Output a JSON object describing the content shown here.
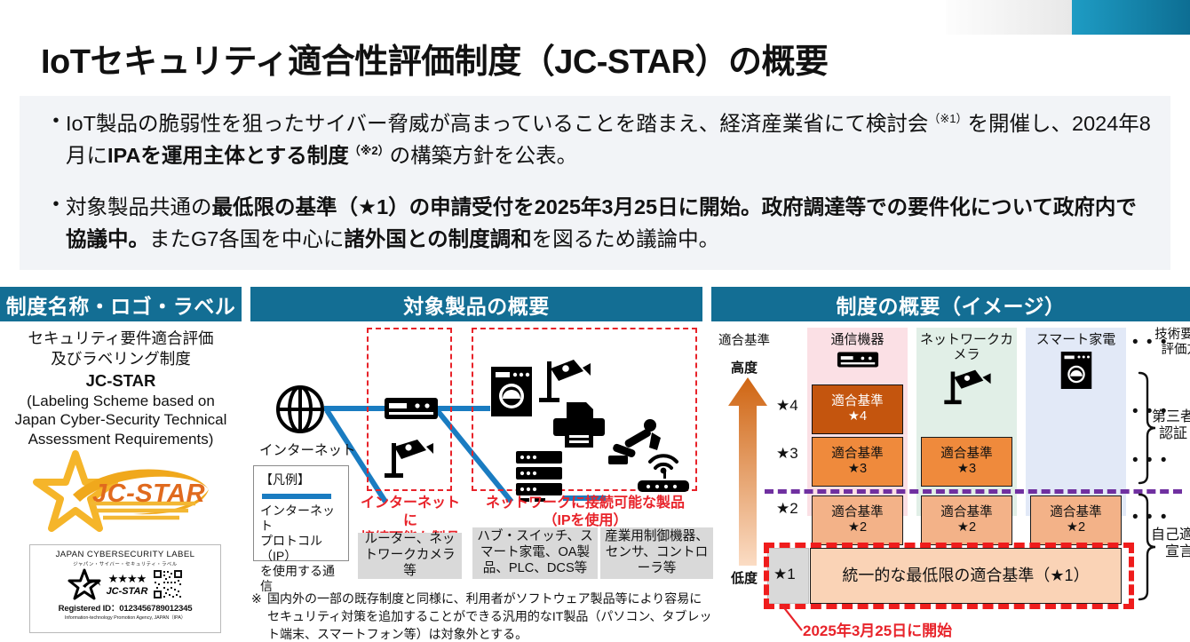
{
  "page_title": "IoTセキュリティ適合性評価制度（JC-STAR）の概要",
  "accent_colors": {
    "header_blue": "#136e94",
    "top_bar_blue_from": "#1e9cc4",
    "top_bar_blue_to": "#0d6e93",
    "red": "#e8232a",
    "purple": "#7030a0",
    "link_blue": "#1a7cc1",
    "summary_bg": "#f2f4f7"
  },
  "summary": {
    "bullets": [
      {
        "segments": [
          {
            "text": "IoT製品の脆弱性を狙ったサイバー脅威が高まっていることを踏まえ、経済産業省にて検討会",
            "bold": false
          },
          {
            "text": "（※1）",
            "bold": false,
            "sup": true
          },
          {
            "text": "を開催し、2024年8月に",
            "bold": false
          },
          {
            "text": "IPAを運用主体とする制度",
            "bold": true
          },
          {
            "text": "（※2）",
            "bold": true,
            "sup": true
          },
          {
            "text": "の構築方針を公表。",
            "bold": false
          }
        ]
      },
      {
        "segments": [
          {
            "text": "対象製品共通の",
            "bold": false
          },
          {
            "text": "最低限の基準（★1）の申請受付を2025年3月25日に開始。政府調達等での要件化について政府内で協議中。",
            "bold": true
          },
          {
            "text": "またG7各国を中心に",
            "bold": false
          },
          {
            "text": "諸外国との制度調和",
            "bold": true
          },
          {
            "text": "を図るため議論中。",
            "bold": false
          }
        ]
      }
    ]
  },
  "sections": {
    "left_header": "制度名称・ロゴ・ラベル",
    "mid_header": "対象製品の概要",
    "right_header": "制度の概要（イメージ）"
  },
  "left_panel": {
    "scheme_name_line1": "セキュリティ要件適合評価",
    "scheme_name_line2": "及びラベリング制度",
    "brand": "JC-STAR",
    "english_line1": "(Labeling Scheme based on",
    "english_line2": "Japan Cyber-Security Technical",
    "english_line3": "Assessment Requirements)",
    "logo_text": "JC-STAR",
    "logo_icon": "star-logo-icon",
    "label_card": {
      "title": "JAPAN CYBERSECURITY LABEL",
      "kana": "ジャパン・サイバー・セキュリティ・ラベル",
      "stars": "★★★★",
      "logo_text": "JC-STAR",
      "qr_icon": "qr-code-icon",
      "registered_id": "Registered ID：0123456789012345",
      "footer": "Information-technology Promotion Agency, JAPAN（IPA）"
    }
  },
  "mid_panel": {
    "internet_label": "インターネット",
    "internet_icon": "globe-icon",
    "group_a": {
      "caption_line1": "インターネットに",
      "caption_line2": "接続可能な製品",
      "icons": [
        "router-icon",
        "security-camera-icon"
      ]
    },
    "group_b": {
      "caption_line1": "ネットワークに接続可能な製品",
      "caption_line2": "（IPを使用）",
      "icons": [
        "washing-machine-icon",
        "security-camera-icon",
        "printer-icon",
        "server-icon",
        "robot-arm-icon",
        "wireless-router-icon"
      ]
    },
    "legend": {
      "title": "【凡例】",
      "swatch_color": "#1a7cc1",
      "desc_line1": "インターネット",
      "desc_line2": "プロトコル（IP）",
      "desc_line3": "を使用する通信"
    },
    "categories": [
      {
        "text": "ルーター、ネットワークカメラ等"
      },
      {
        "text": "ハブ・スイッチ、スマート家電、OA製品、PLC、DCS等"
      },
      {
        "text": "産業用制御機器、センサ、コントローラ等"
      }
    ],
    "footnote_mark": "※",
    "footnote": "国内外の一部の既存制度と同様に、利用者がソフトウェア製品等により容易にセキュリティ対策を追加することができる汎用的なIT製品（パソコン、タブレット端末、スマートフォン等）は対象外とする。"
  },
  "right_panel": {
    "axis_title": "適合基準",
    "axis_high": "高度",
    "axis_low": "低度",
    "tech_label_line1": "技術要件の",
    "tech_label_line2": "評価方式",
    "third_party_line1": "第三者",
    "third_party_line2": "認証",
    "self_declare_line1": "自己適合",
    "self_declare_line2": "宣言",
    "start_note": "2025年3月25日に開始",
    "ellipsis": "• • •",
    "star_ticks": [
      "★4",
      "★3",
      "★2",
      "★1"
    ],
    "level1_label": "統一的な最低限の適合基準（★1）",
    "columns": [
      {
        "name": "通信機器",
        "icon": "router-icon",
        "bg": "#fbe0e5",
        "cells": [
          {
            "level": 4,
            "line1": "適合基準",
            "line2": "★4"
          },
          {
            "level": 3,
            "line1": "適合基準",
            "line2": "★3"
          },
          {
            "level": 2,
            "line1": "適合基準",
            "line2": "★2"
          }
        ]
      },
      {
        "name": "ネットワークカメラ",
        "icon": "security-camera-icon",
        "bg": "#e1efe7",
        "cells": [
          {
            "level": 3,
            "line1": "適合基準",
            "line2": "★3"
          },
          {
            "level": 2,
            "line1": "適合基準",
            "line2": "★2"
          }
        ]
      },
      {
        "name": "スマート家電",
        "icon": "washing-machine-icon",
        "bg": "#e2e9f7",
        "cells": [
          {
            "level": 2,
            "line1": "適合基準",
            "line2": "★2"
          }
        ]
      }
    ]
  },
  "chart_data": {
    "type": "table",
    "title": "制度の概要（イメージ）",
    "ylabel": "適合基準",
    "y_direction_low": "低度",
    "y_direction_high": "高度",
    "levels": [
      "★1",
      "★2",
      "★3",
      "★4"
    ],
    "categories": [
      "通信機器",
      "ネットワークカメラ",
      "スマート家電"
    ],
    "matrix": [
      {
        "level": "★4",
        "通信機器": "適合基準★4",
        "ネットワークカメラ": null,
        "スマート家電": null,
        "assessment": "第三者認証"
      },
      {
        "level": "★3",
        "通信機器": "適合基準★3",
        "ネットワークカメラ": "適合基準★3",
        "スマート家電": null,
        "assessment": "第三者認証"
      },
      {
        "level": "★2",
        "通信機器": "適合基準★2",
        "ネットワークカメラ": "適合基準★2",
        "スマート家電": "適合基準★2",
        "assessment": "自己適合宣言"
      },
      {
        "level": "★1",
        "通信機器": "統一的な最低限の適合基準（★1）",
        "ネットワークカメラ": "統一的な最低限の適合基準（★1）",
        "スマート家電": "統一的な最低限の適合基準（★1）",
        "assessment": "自己適合宣言"
      }
    ],
    "annotations": [
      "2025年3月25日に開始"
    ],
    "legend": [
      "第三者認証",
      "自己適合宣言"
    ]
  }
}
